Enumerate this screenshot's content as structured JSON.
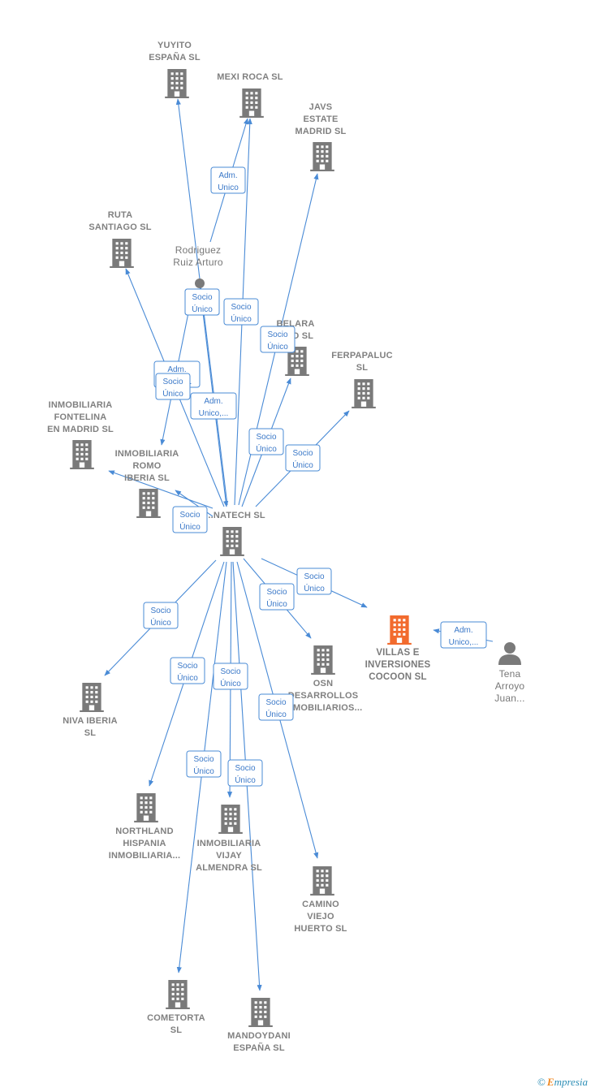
{
  "colors": {
    "building": "#7a7a7a",
    "building_highlight": "#f26b2e",
    "edge": "#4a8bd6",
    "label": "#808080",
    "brand_blue": "#2e8fb6",
    "brand_orange": "#f08a24"
  },
  "nodes": [
    {
      "id": "yuyito",
      "type": "company",
      "label": [
        "YUYITO",
        "ESPAÑA  SL"
      ]
    },
    {
      "id": "mexiroca",
      "type": "company",
      "label": [
        "MEXI ROCA  SL"
      ]
    },
    {
      "id": "javs",
      "type": "company",
      "label": [
        "JAVS",
        "ESTATE",
        "MADRID  SL"
      ]
    },
    {
      "id": "ruta",
      "type": "company",
      "label": [
        "RUTA",
        "SANTIAGO  SL"
      ]
    },
    {
      "id": "rodriguez",
      "type": "person-dot",
      "label": [
        "Rodriguez",
        "Ruiz Arturo"
      ]
    },
    {
      "id": "belara",
      "type": "company",
      "label": [
        "BELARA",
        "...CO  SL"
      ]
    },
    {
      "id": "ferpapaluc",
      "type": "company",
      "label": [
        "FERPAPALUC",
        "SL"
      ]
    },
    {
      "id": "fontelina",
      "type": "company",
      "label": [
        "INMOBILIARIA",
        "FONTELINA",
        "EN MADRID  SL"
      ]
    },
    {
      "id": "romo",
      "type": "company",
      "label": [
        "INMOBILIARIA",
        "ROMO",
        "IBERIA  SL"
      ]
    },
    {
      "id": "natech",
      "type": "company",
      "label": [
        "...NATECH SL"
      ]
    },
    {
      "id": "villas",
      "type": "company-highlight",
      "label": [
        "VILLAS E",
        "INVERSIONES",
        "COCOON  SL"
      ]
    },
    {
      "id": "tena",
      "type": "person",
      "label": [
        "Tena",
        "Arroyo",
        "Juan..."
      ]
    },
    {
      "id": "osn",
      "type": "company",
      "label": [
        "OSN",
        "DESARROLLOS",
        "INMOBILIARIOS..."
      ]
    },
    {
      "id": "niva",
      "type": "company",
      "label": [
        "NIVA IBERIA",
        "SL"
      ]
    },
    {
      "id": "northland",
      "type": "company",
      "label": [
        "NORTHLAND",
        "HISPANIA",
        "INMOBILIARIA..."
      ]
    },
    {
      "id": "vijay",
      "type": "company",
      "label": [
        "INMOBILIARIA",
        "VIJAY",
        "ALMENDRA  SL"
      ]
    },
    {
      "id": "camino",
      "type": "company",
      "label": [
        "CAMINO",
        "VIEJO",
        "HUERTO  SL"
      ]
    },
    {
      "id": "cometorta",
      "type": "company",
      "label": [
        "COMETORTA",
        "SL"
      ]
    },
    {
      "id": "mandoydani",
      "type": "company",
      "label": [
        "MANDOYDANI",
        "ESPAÑA  SL"
      ]
    }
  ],
  "edges": [
    {
      "from": "rodriguez",
      "to": "mexiroca",
      "label": [
        "Adm.",
        "Unico"
      ]
    },
    {
      "from": "rodriguez",
      "to": "natech",
      "label": [
        "Socio",
        "Único"
      ]
    },
    {
      "from": "rodriguez",
      "to": "romo",
      "label": [
        "Adm.",
        "Unico,..."
      ]
    },
    {
      "from": "natech",
      "to": "yuyito",
      "label": [
        "Socio",
        "Único"
      ]
    },
    {
      "from": "natech",
      "to": "mexiroca",
      "label": [
        "Socio",
        "Único"
      ]
    },
    {
      "from": "natech",
      "to": "javs",
      "label": [
        "Socio",
        "Único"
      ]
    },
    {
      "from": "natech",
      "to": "ruta",
      "label": [
        "Adm.",
        "Unico,..."
      ]
    },
    {
      "from": "natech",
      "to": "belara",
      "label": [
        "Socio",
        "Único"
      ]
    },
    {
      "from": "natech",
      "to": "ferpapaluc",
      "label": [
        "Socio",
        "Único"
      ]
    },
    {
      "from": "natech",
      "to": "fontelina",
      "label": [
        "Socio",
        "Único"
      ]
    },
    {
      "from": "natech",
      "to": "romo",
      "label": [
        "Socio",
        "Único"
      ]
    },
    {
      "from": "natech",
      "to": "villas",
      "label": [
        "Socio",
        "Único"
      ]
    },
    {
      "from": "tena",
      "to": "villas",
      "label": [
        "Adm.",
        "Unico,..."
      ]
    },
    {
      "from": "natech",
      "to": "osn",
      "label": [
        "Socio",
        "Único"
      ]
    },
    {
      "from": "natech",
      "to": "niva",
      "label": [
        "Socio",
        "Único"
      ]
    },
    {
      "from": "natech",
      "to": "northland",
      "label": [
        "Socio",
        "Único"
      ]
    },
    {
      "from": "natech",
      "to": "vijay",
      "label": [
        "Socio",
        "Único"
      ]
    },
    {
      "from": "natech",
      "to": "camino",
      "label": [
        "Socio",
        "Único"
      ]
    },
    {
      "from": "natech",
      "to": "cometorta",
      "label": [
        "Socio",
        "Único"
      ]
    },
    {
      "from": "natech",
      "to": "mandoydani",
      "label": [
        "Socio",
        "Único"
      ]
    }
  ],
  "footer": {
    "copyright": "©",
    "brand_first": "E",
    "brand_rest": "mpresia"
  }
}
